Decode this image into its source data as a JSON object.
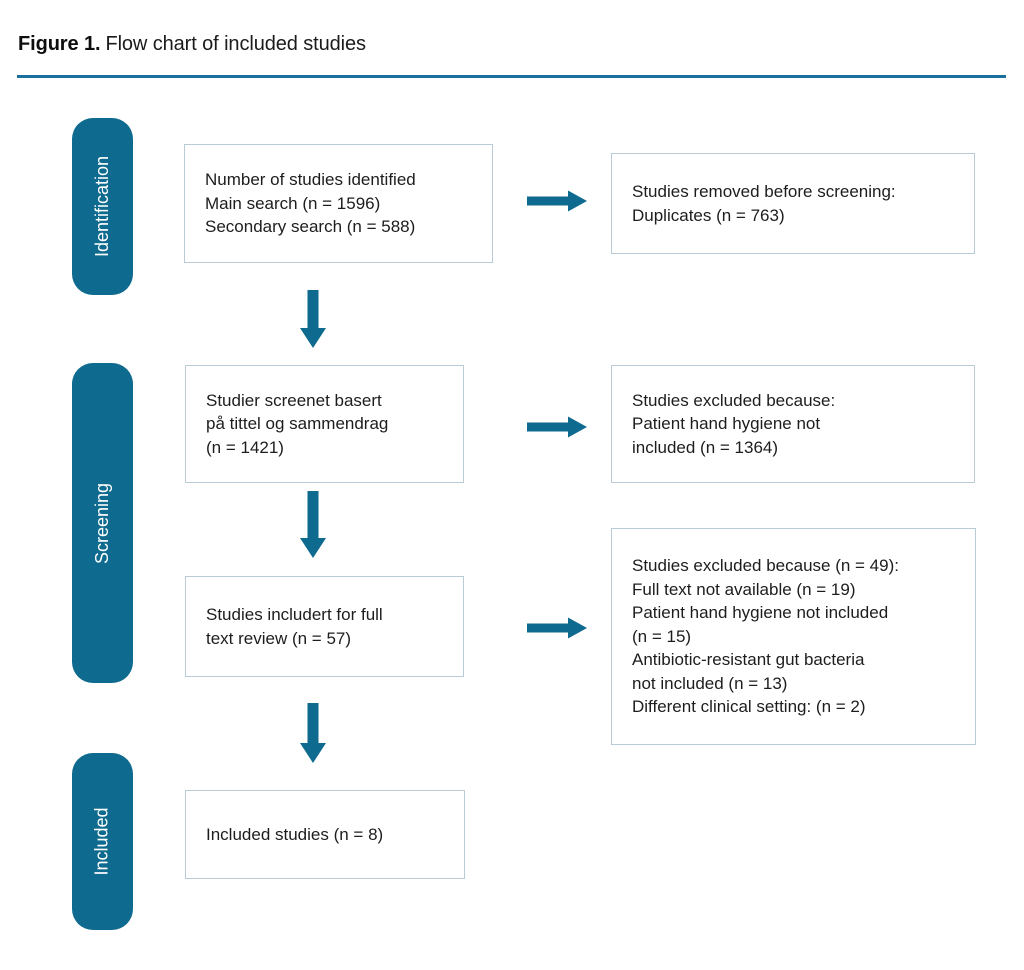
{
  "title": {
    "label": "Figure 1.",
    "text": "Flow chart of included studies"
  },
  "colors": {
    "teal": "#0e6a8e",
    "divider": "#19709d",
    "box_border": "#b8cbd7",
    "text": "#1c1c1c"
  },
  "stages": [
    {
      "label": "Identification"
    },
    {
      "label": "Screening"
    },
    {
      "label": "Included"
    }
  ],
  "flow_boxes": {
    "identified": {
      "lines": [
        "Number of studies identified",
        "Main search (n = 1596)",
        "Secondary search (n = 588)"
      ]
    },
    "screened": {
      "lines": [
        "Studier screenet basert",
        "på tittel og sammendrag",
        "(n = 1421)"
      ]
    },
    "full_text": {
      "lines": [
        "Studies includert for full",
        "text review (n = 57)"
      ]
    },
    "included": {
      "lines": [
        "Included studies (n = 8)"
      ]
    }
  },
  "exclusion_boxes": {
    "duplicates": {
      "lines": [
        "Studies removed before screening:",
        "Duplicates (n = 763)"
      ]
    },
    "title_abstract": {
      "lines": [
        "Studies excluded because:",
        "Patient hand hygiene not",
        "included (n = 1364)"
      ]
    },
    "full_text": {
      "lines": [
        "Studies excluded because (n = 49):",
        "Full text not available (n = 19)",
        "Patient hand hygiene not included",
        "(n = 15)",
        "Antibiotic-resistant gut bacteria",
        "not included (n = 13)",
        "Different clinical setting: (n = 2)"
      ]
    }
  }
}
